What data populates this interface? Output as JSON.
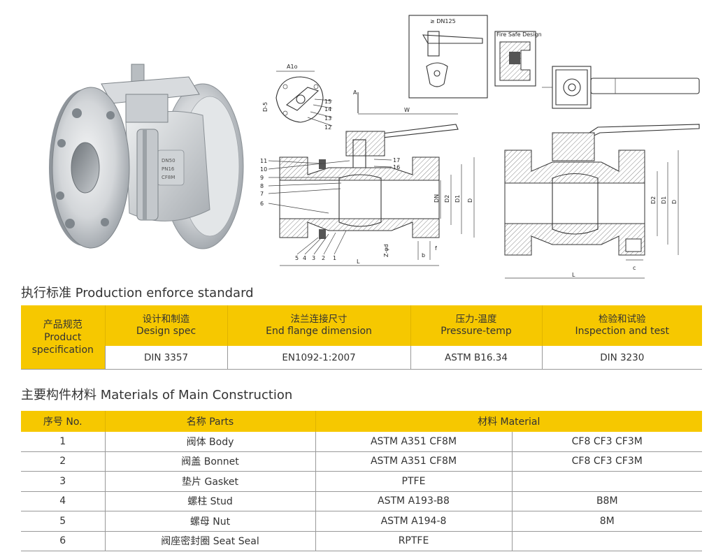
{
  "diagram": {
    "labels": {
      "a1o": "A1o",
      "d5": "D-5",
      "a": "A",
      "w": "W",
      "din125": "≥ DN125",
      "fire_safe": "Fire Safe Design",
      "dn": "DN",
      "d2": "D2",
      "d1": "D1",
      "d": "D",
      "l": "L",
      "b": "b",
      "f": "f",
      "zd": "Z-φd",
      "c": "c",
      "l2": "L",
      "n1": "1",
      "n2": "2",
      "n3": "3",
      "n4": "4",
      "n5": "5",
      "n6": "6",
      "n7": "7",
      "n8": "8",
      "n9": "9",
      "n10": "10",
      "n11": "11",
      "n12": "12",
      "n13": "13",
      "n14": "14",
      "n15": "15",
      "n16": "16",
      "n17": "17",
      "body_mark1": "DN50",
      "body_mark2": "PN16",
      "body_mark3": "CF8M"
    }
  },
  "section1": {
    "title": "执行标准 Production enforce standard"
  },
  "spec_table": {
    "product_cn": "产品规范",
    "product_en1": "Product",
    "product_en2": "specification",
    "columns": [
      {
        "cn": "设计和制造",
        "en": "Design spec",
        "value": "DIN 3357"
      },
      {
        "cn": "法兰连接尺寸",
        "en": "End flange dimension",
        "value": "EN1092-1:2007"
      },
      {
        "cn": "压力-温度",
        "en": "Pressure-temp",
        "value": "ASTM B16.34"
      },
      {
        "cn": "检验和试验",
        "en": "Inspection and test",
        "value": "DIN 3230"
      }
    ]
  },
  "section2": {
    "title": "主要构件材料 Materials of Main Construction"
  },
  "materials": {
    "headers": {
      "no": "序号 No.",
      "parts": "名称 Parts",
      "material": "材料 Material"
    },
    "rows": [
      {
        "no": "1",
        "part": "阀体 Body",
        "m1": "ASTM A351 CF8M",
        "m2": "CF8 CF3 CF3M"
      },
      {
        "no": "2",
        "part": "阀盖 Bonnet",
        "m1": "ASTM A351 CF8M",
        "m2": "CF8 CF3 CF3M"
      },
      {
        "no": "3",
        "part": "垫片 Gasket",
        "m1": "PTFE",
        "m2": ""
      },
      {
        "no": "4",
        "part": "螺柱 Stud",
        "m1": "ASTM A193-B8",
        "m2": "B8M"
      },
      {
        "no": "5",
        "part": "螺母 Nut",
        "m1": "ASTM A194-8",
        "m2": "8M"
      },
      {
        "no": "6",
        "part": "阀座密封圈 Seat Seal",
        "m1": "RPTFE",
        "m2": ""
      }
    ]
  }
}
